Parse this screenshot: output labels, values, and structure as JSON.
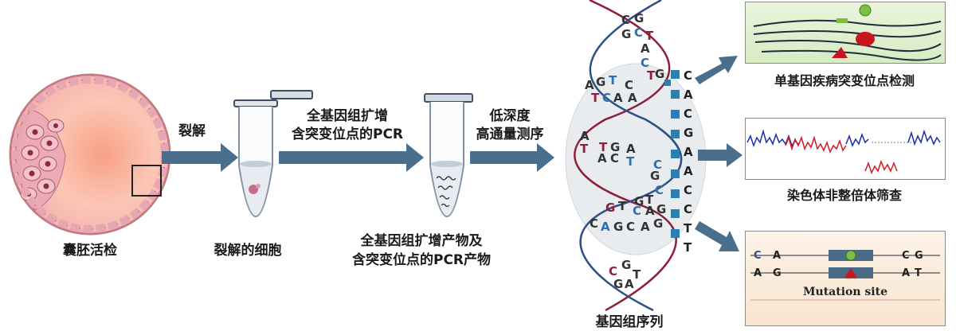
{
  "colors": {
    "arrow": "#4a6f8c",
    "dna_strand_red": "#8e1f3a",
    "dna_strand_blue": "#2c4f86",
    "square_blue": "#2e7fae"
  },
  "steps": {
    "embryo_biopsy": "囊胚活检",
    "lysis_arrow": "裂解",
    "lysed_cells": "裂解的细胞",
    "pcr_arrow_line1": "全基因组扩增",
    "pcr_arrow_line2": "含突变位点的PCR",
    "products_line1": "全基因组扩增产物及",
    "products_line2": "含突变位点的PCR产物",
    "seq_arrow_line1": "低深度",
    "seq_arrow_line2": "高通量测序",
    "genome_sequence": "基因组序列"
  },
  "sequence_letters": [
    "C",
    "A",
    "C",
    "G",
    "A",
    "A",
    "C",
    "C",
    "T",
    "T"
  ],
  "outputs": {
    "single_gene": "单基因疾病突变位点检测",
    "aneuploidy": "染色体非整倍体筛查",
    "mutation_text": "Mutation site",
    "top_strand": [
      "C",
      "A",
      "C",
      "G"
    ],
    "bottom_strand": [
      "A",
      "G",
      "A",
      "T"
    ]
  }
}
